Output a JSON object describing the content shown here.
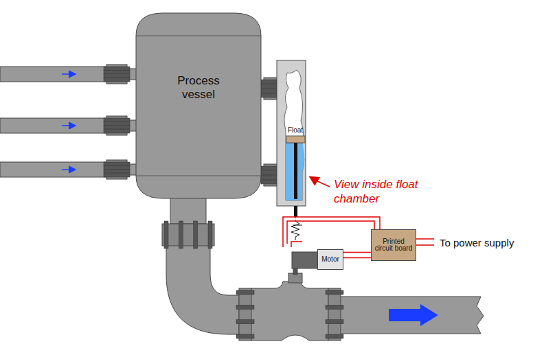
{
  "diagram": {
    "nodes": [
      {
        "text": [
          "Process vessel"
        ]
      },
      {
        "text": [
          "Motor"
        ]
      },
      {
        "text": [
          "Printed circuit board"
        ]
      }
    ],
    "edges": [
      {
        "from": 2,
        "to": 1,
        "arrow": "none"
      }
    ],
    "labels": [
      "Float",
      "View inside float chamber",
      "To power supply"
    ]
  }
}
